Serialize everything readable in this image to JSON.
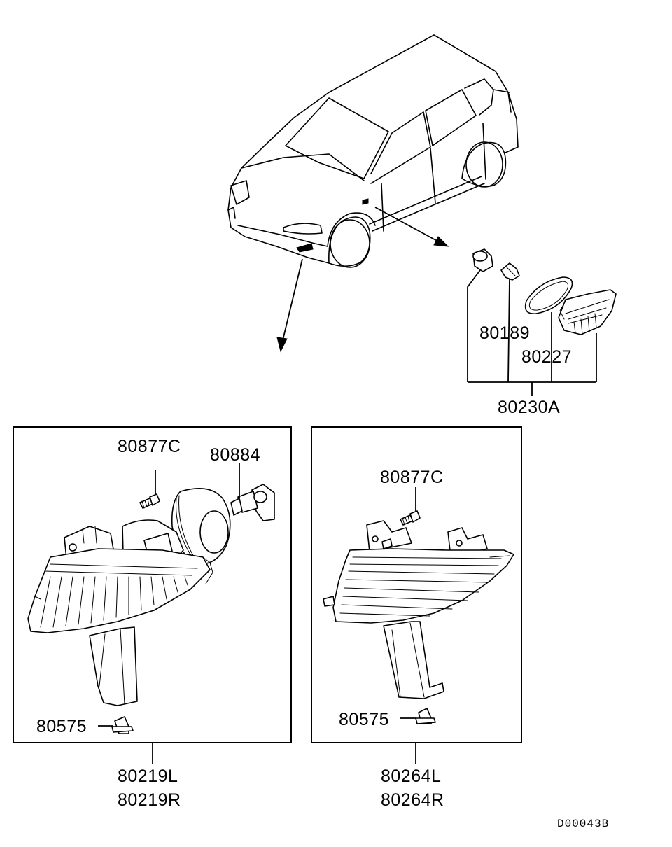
{
  "diagram": {
    "labels": {
      "bulb_holder_socket": "80189",
      "gasket": "80227",
      "side_marker_assembly": "80230A",
      "screw_left_box": "80877C",
      "bulb": "80884",
      "clip_left_box": "80575",
      "fog_lamp_left": "80219L",
      "fog_lamp_right": "80219R",
      "screw_right_box": "80877C",
      "clip_right_box": "80575",
      "cover_left": "80264L",
      "cover_right": "80264R"
    },
    "drawing_code": "D00043B"
  }
}
